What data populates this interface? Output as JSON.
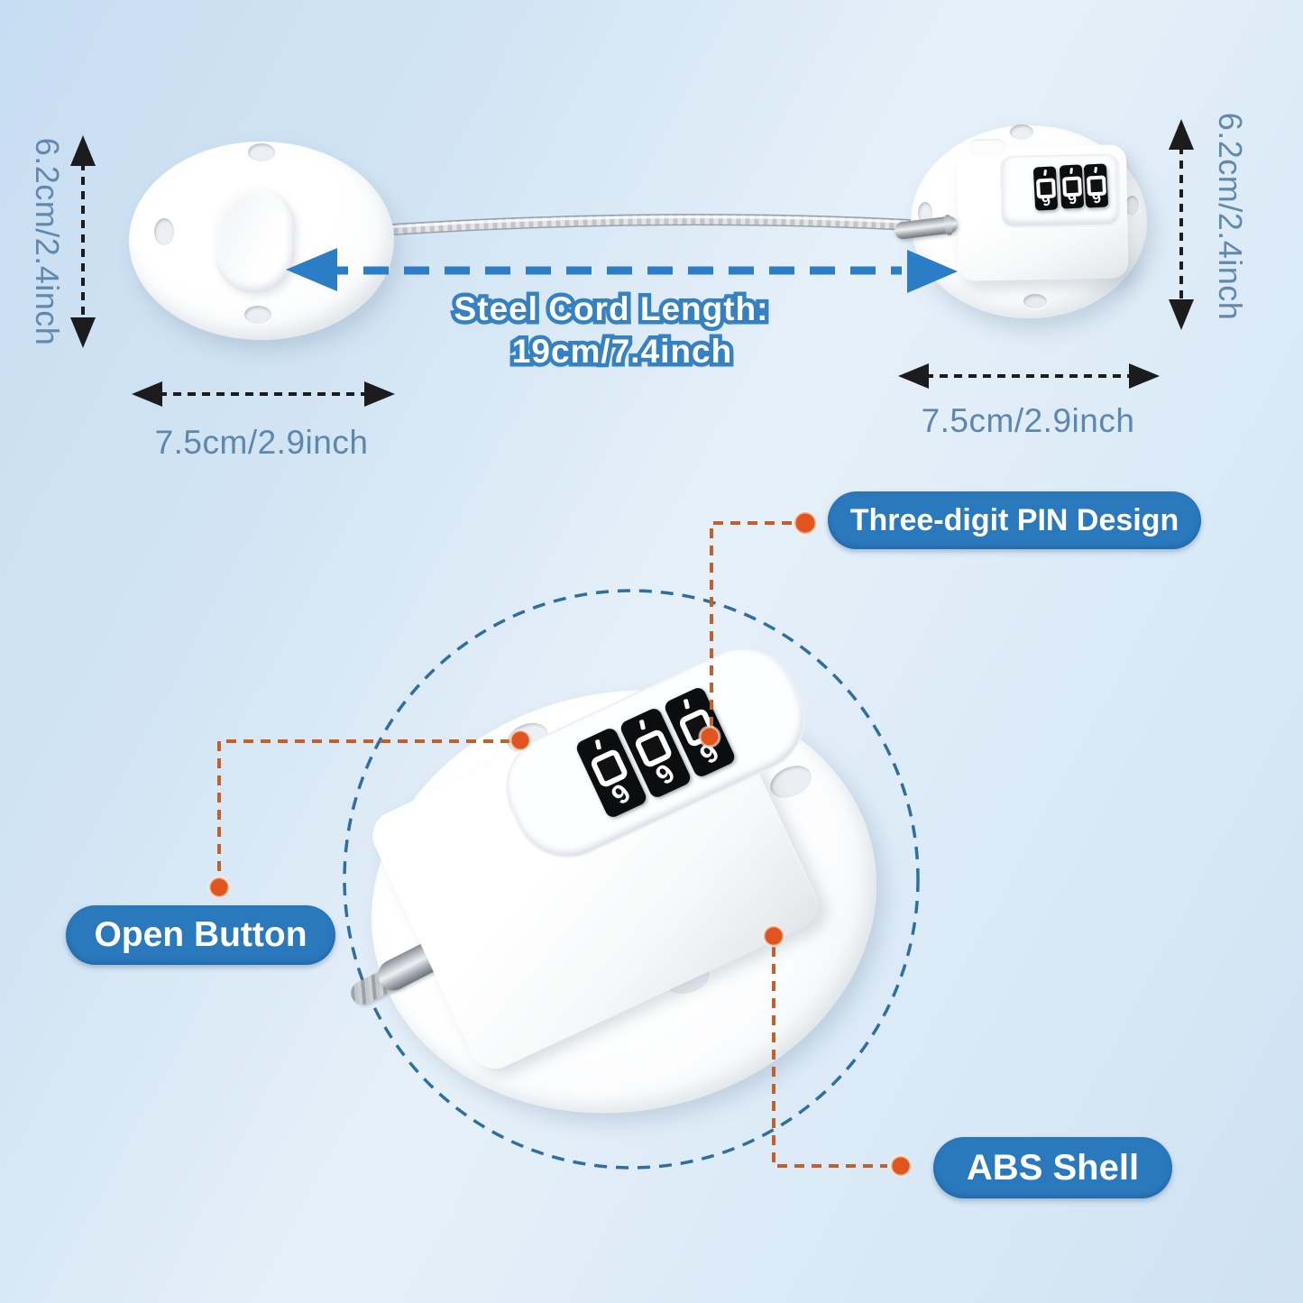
{
  "top_diagram": {
    "left_pad": {
      "height_label": "6.2cm/2.4inch",
      "width_label": "7.5cm/2.9inch"
    },
    "right_lock": {
      "height_label": "6.2cm/2.4inch",
      "width_label": "7.5cm/2.9inch"
    },
    "cord": {
      "label_line1": "Steel Cord Length:",
      "label_line2": "19cm/7.4inch"
    }
  },
  "dials": {
    "value": "0",
    "next": "9"
  },
  "callouts": {
    "pin": {
      "label": "Three-digit PIN Design"
    },
    "open": {
      "label": "Open Button"
    },
    "abs": {
      "label": "ABS Shell"
    }
  },
  "colors": {
    "pill_blue": "#2a79bd",
    "arrow_blue": "#2b7dc5",
    "headline_outline_blue": "#3581c1",
    "dimension_text_blue": "#5d87ab",
    "callout_dot_orange": "#e0551d",
    "callout_line_orange": "#c2602b",
    "circle_dash_blue": "#2e6f9f",
    "dimension_arrow_black": "#1c1c1e"
  }
}
